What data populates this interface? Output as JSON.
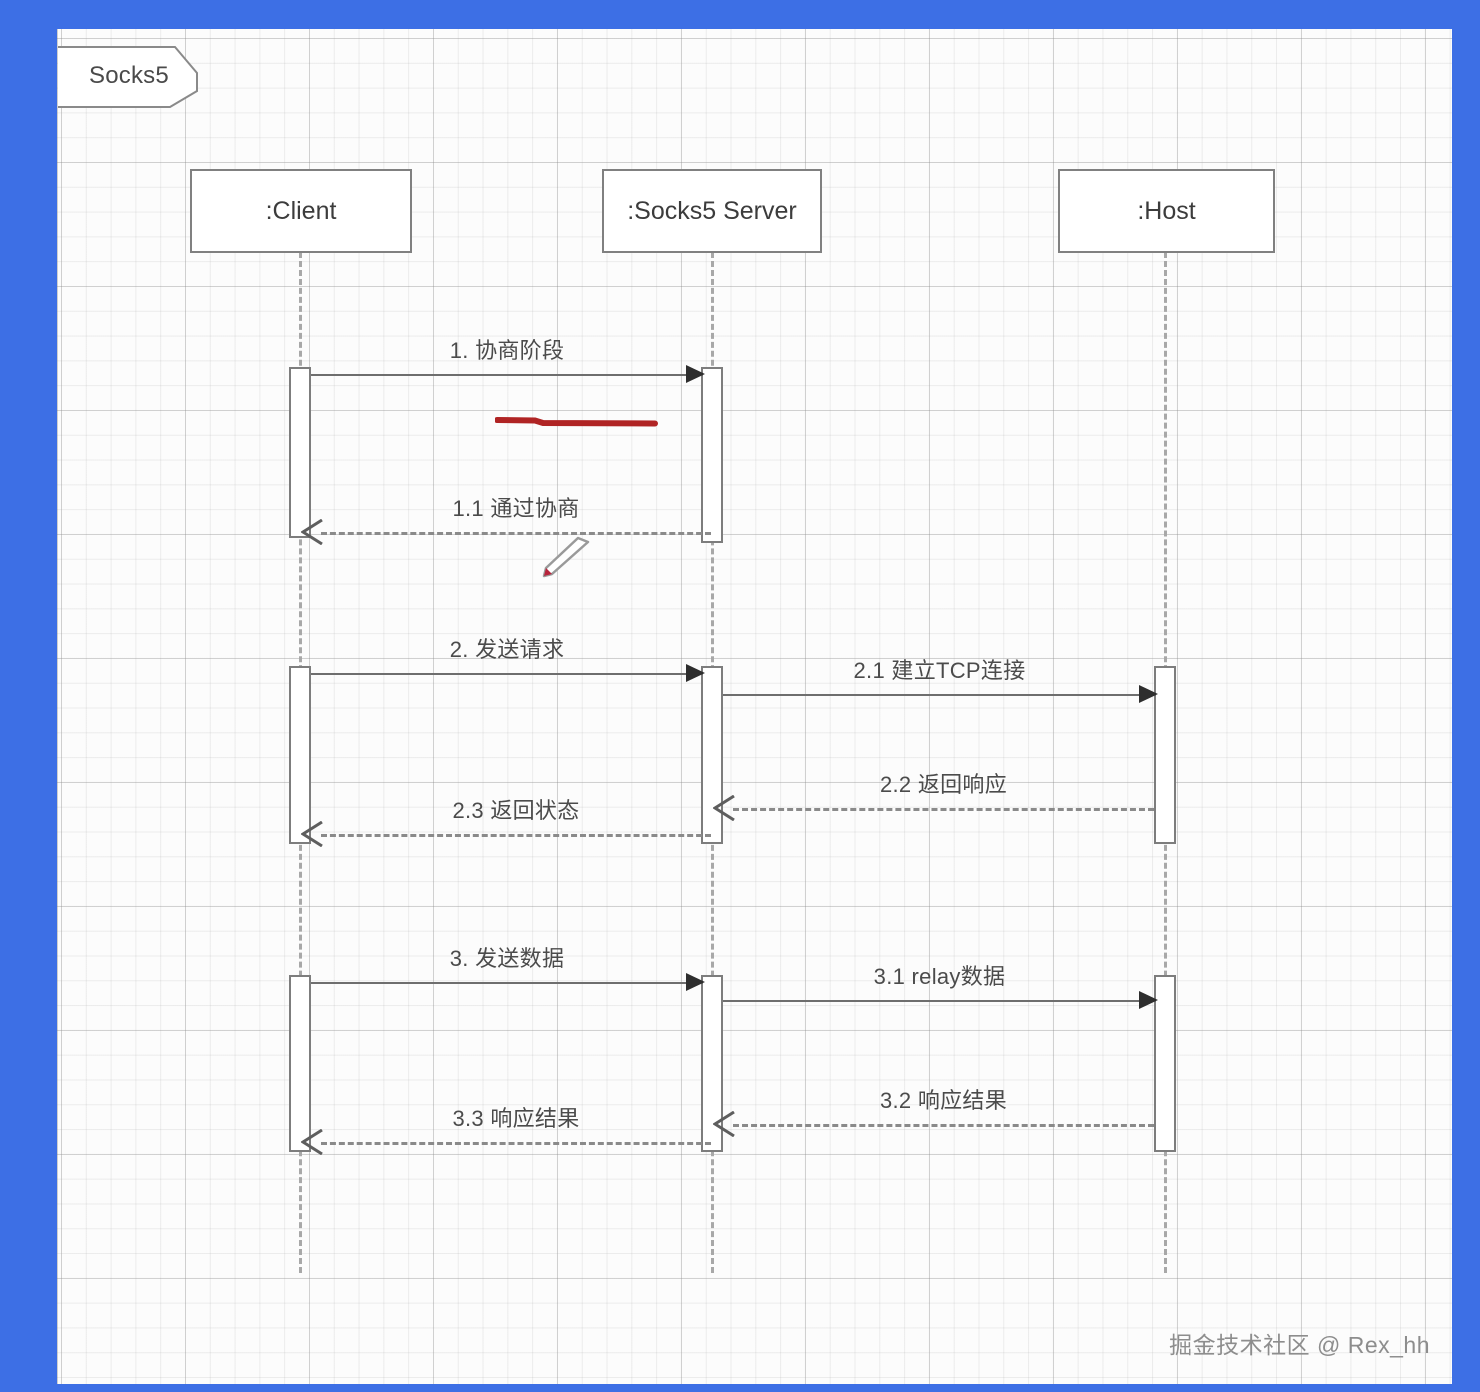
{
  "diagram": {
    "type": "uml-sequence-diagram",
    "frame_label": "Socks5",
    "colors": {
      "page_border": "#3d6fe5",
      "sheet_background": "#fcfcfc",
      "box_border": "#808080",
      "line": "#6e6e6e",
      "lifeline": "#a8a8a8",
      "annotation_red": "#b02424",
      "watermark": "#8d8d8d"
    },
    "participants": [
      {
        "id": "client",
        "label": ":Client"
      },
      {
        "id": "server",
        "label": ":Socks5 Server"
      },
      {
        "id": "host",
        "label": ":Host"
      }
    ],
    "messages": [
      {
        "id": "m1",
        "label": "1. 协商阶段",
        "from": "client",
        "to": "server",
        "style": "solid",
        "direction": "right"
      },
      {
        "id": "m1_1",
        "label": "1.1 通过协商",
        "from": "server",
        "to": "client",
        "style": "dashed",
        "direction": "left"
      },
      {
        "id": "m2",
        "label": "2. 发送请求",
        "from": "client",
        "to": "server",
        "style": "solid",
        "direction": "right"
      },
      {
        "id": "m2_1",
        "label": "2.1 建立TCP连接",
        "from": "server",
        "to": "host",
        "style": "solid",
        "direction": "right"
      },
      {
        "id": "m2_2",
        "label": "2.2 返回响应",
        "from": "host",
        "to": "server",
        "style": "dashed",
        "direction": "left"
      },
      {
        "id": "m2_3",
        "label": "2.3 返回状态",
        "from": "server",
        "to": "client",
        "style": "dashed",
        "direction": "left"
      },
      {
        "id": "m3",
        "label": "3. 发送数据",
        "from": "client",
        "to": "server",
        "style": "solid",
        "direction": "right"
      },
      {
        "id": "m3_1",
        "label": "3.1 relay数据",
        "from": "server",
        "to": "host",
        "style": "solid",
        "direction": "right"
      },
      {
        "id": "m3_2",
        "label": "3.2 响应结果",
        "from": "host",
        "to": "server",
        "style": "dashed",
        "direction": "left"
      },
      {
        "id": "m3_3",
        "label": "3.3 响应结果",
        "from": "server",
        "to": "client",
        "style": "dashed",
        "direction": "left"
      }
    ],
    "annotations": [
      {
        "id": "red-underline",
        "kind": "red-underline-stroke",
        "under_message": "1. 协商阶段"
      },
      {
        "id": "pen-cursor",
        "kind": "pen-cursor",
        "near_message": "1.1 通过协商"
      }
    ],
    "watermark": "掘金技术社区 @ Rex_hh"
  }
}
